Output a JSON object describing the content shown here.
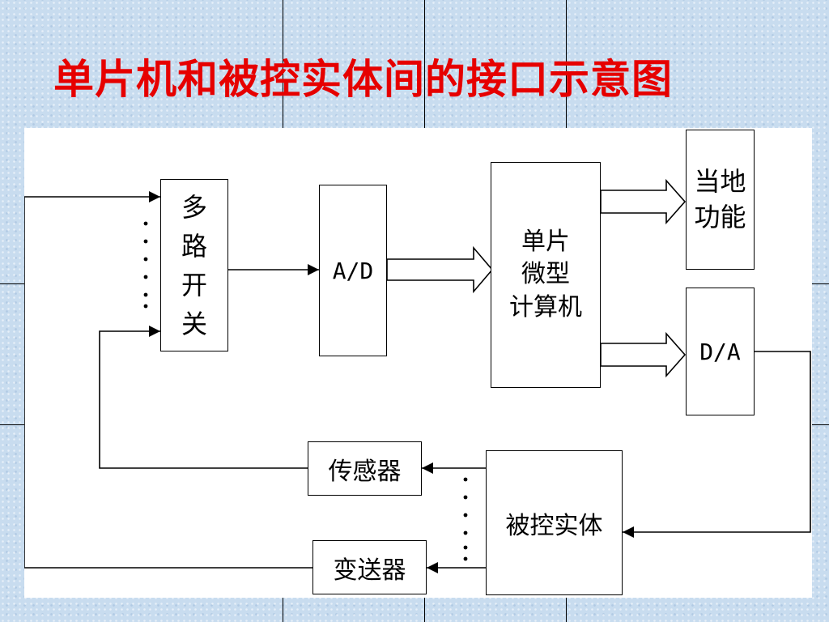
{
  "title": "单片机和被控实体间的接口示意图",
  "colors": {
    "title": "#e60000",
    "background": "#c8dcef",
    "panel": "#ffffff",
    "line": "#000000"
  },
  "nodes": {
    "multiplexer": "多\n路\n开\n关",
    "adc": "A/D",
    "mcu": "单片\n微型\n计算机",
    "local_function": "当地\n功能",
    "dac": "D/A",
    "sensor": "传感器",
    "controlled_entity": "被控实体",
    "transmitter": "变送器"
  }
}
